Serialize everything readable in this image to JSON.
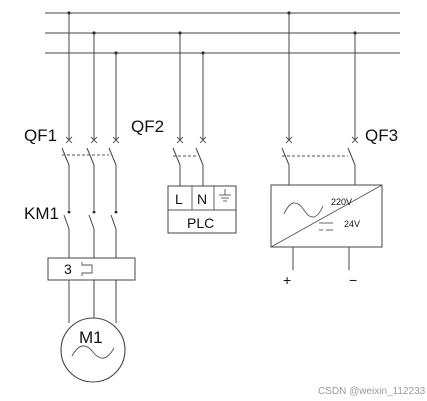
{
  "labels": {
    "qf1": "QF1",
    "qf2": "QF2",
    "qf3": "QF3",
    "km1": "KM1",
    "relay_number": "3",
    "plc_l": "L",
    "plc_n": "N",
    "plc": "PLC",
    "psu_in": "220V",
    "psu_out": "24V",
    "plus": "+",
    "minus": "−",
    "motor": "M1"
  },
  "icons": {
    "ground": "ground-icon",
    "ac_wave": "sine-wave-icon",
    "dc": "dc-symbol-icon"
  },
  "watermark": "CSDN @weixin_112233"
}
